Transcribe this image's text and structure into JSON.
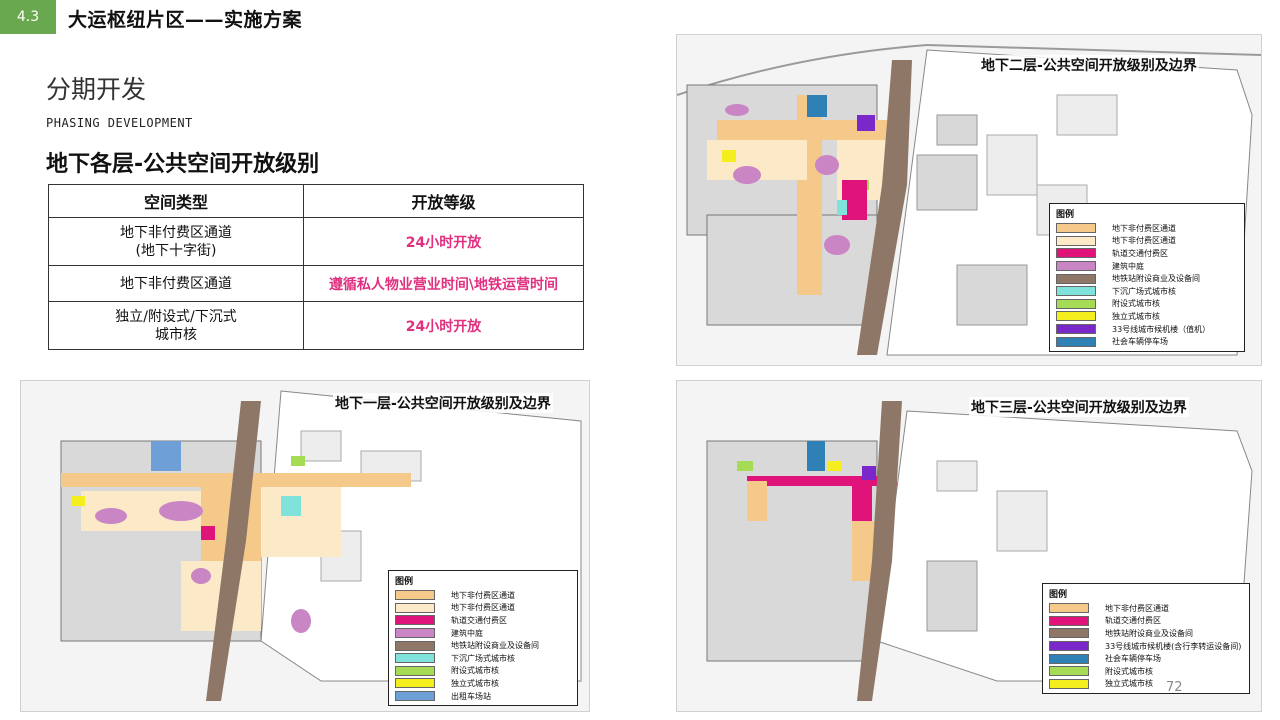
{
  "header": {
    "section_number": "4.3",
    "title": "大运枢纽片区——实施方案"
  },
  "phasing": {
    "title_cn": "分期开发",
    "title_en": "PHASING DEVELOPMENT"
  },
  "subtitle": "地下各层-公共空间开放级别",
  "table": {
    "headers": [
      "空间类型",
      "开放等级"
    ],
    "rows": [
      {
        "type_line1": "地下非付费区通道",
        "type_line2": "(地下十字街)",
        "level": "24小时开放"
      },
      {
        "type_line1": "地下非付费区通道",
        "type_line2": "",
        "level": "遵循私人物业营业时间\\地铁运营时间"
      },
      {
        "type_line1": "独立/附设式/下沉式",
        "type_line2": "城市核",
        "level": "24小时开放"
      }
    ]
  },
  "maps": {
    "b2": {
      "title": "地下二层-公共空间开放级别及边界",
      "legend_title": "图例",
      "legend": [
        {
          "label": "地下非付费区通道",
          "color": "#f5c98a"
        },
        {
          "label": "地下非付费区通道",
          "color": "#fbe9c7"
        },
        {
          "label": "轨道交通付费区",
          "color": "#e0137a"
        },
        {
          "label": "建筑中庭",
          "color": "#c985c4"
        },
        {
          "label": "地铁站附设商业及设备间",
          "color": "#8e7766"
        },
        {
          "label": "下沉广场式城市核",
          "color": "#7fe3dc"
        },
        {
          "label": "附设式城市核",
          "color": "#a6dc55"
        },
        {
          "label": "独立式城市核",
          "color": "#f5ee1f"
        },
        {
          "label": "33号线城市候机楼（值机）",
          "color": "#7a28c9"
        },
        {
          "label": "社会车辆停车场",
          "color": "#2e80b5"
        }
      ]
    },
    "b1": {
      "title": "地下一层-公共空间开放级别及边界",
      "legend_title": "图例",
      "legend": [
        {
          "label": "地下非付费区通道",
          "color": "#f5c98a"
        },
        {
          "label": "地下非付费区通道",
          "color": "#fbe9c7"
        },
        {
          "label": "轨道交通付费区",
          "color": "#e0137a"
        },
        {
          "label": "建筑中庭",
          "color": "#c985c4"
        },
        {
          "label": "地铁站附设商业及设备间",
          "color": "#8e7766"
        },
        {
          "label": "下沉广场式城市核",
          "color": "#7fe3dc"
        },
        {
          "label": "附设式城市核",
          "color": "#a6dc55"
        },
        {
          "label": "独立式城市核",
          "color": "#f5ee1f"
        },
        {
          "label": "出租车场站",
          "color": "#6e9fd6"
        }
      ]
    },
    "b3": {
      "title": "地下三层-公共空间开放级别及边界",
      "legend_title": "图例",
      "legend": [
        {
          "label": "地下非付费区通道",
          "color": "#f5c98a"
        },
        {
          "label": "轨道交通付费区",
          "color": "#e0137a"
        },
        {
          "label": "地铁站附设商业及设备间",
          "color": "#8e7766"
        },
        {
          "label": "33号线城市候机楼(含行李转运设备间)",
          "color": "#7a28c9"
        },
        {
          "label": "社会车辆停车场",
          "color": "#2e80b5"
        },
        {
          "label": "附设式城市核",
          "color": "#a6dc55"
        },
        {
          "label": "独立式城市核",
          "color": "#f5ee1f"
        }
      ]
    }
  },
  "page_number": "72"
}
